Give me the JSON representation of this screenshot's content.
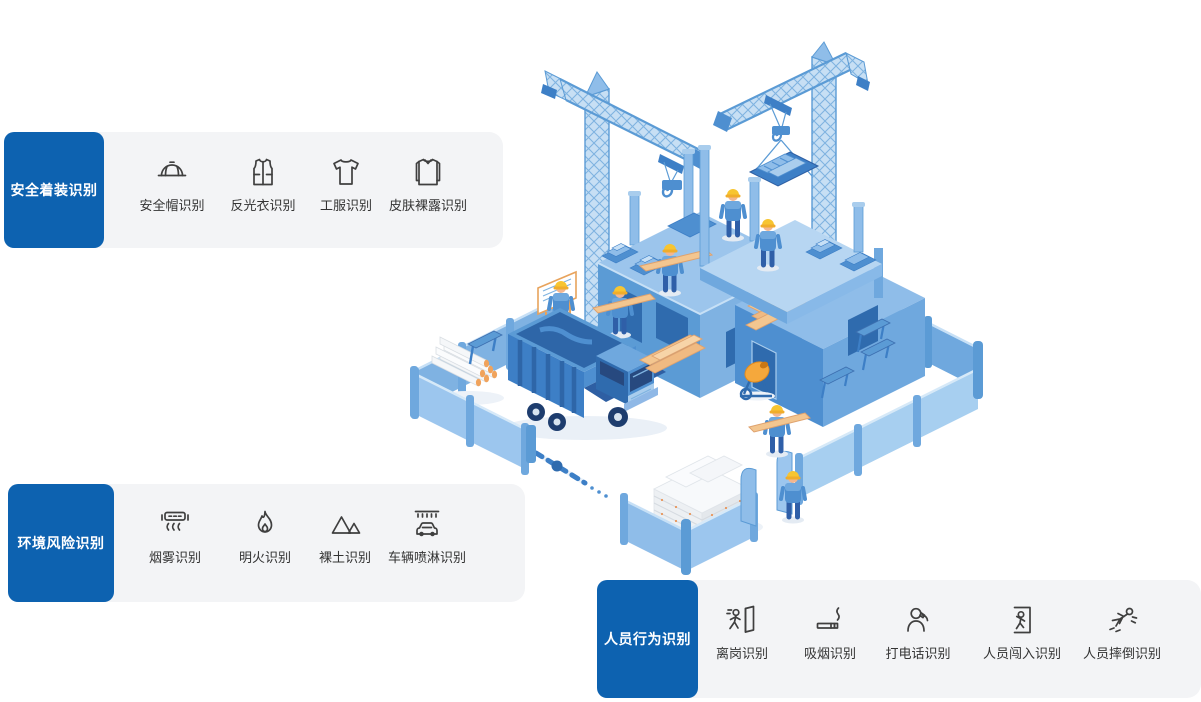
{
  "page": {
    "background": "#FFFFFF"
  },
  "panels": [
    {
      "id": "safety-wear",
      "label": "安全着装识别",
      "items": [
        {
          "icon": "helmet-icon",
          "label": "安全帽识别"
        },
        {
          "icon": "reflective-vest-icon",
          "label": "反光衣识别"
        },
        {
          "icon": "uniform-icon",
          "label": "工服识别"
        },
        {
          "icon": "skin-exposure-icon",
          "label": "皮肤裸露识别"
        }
      ]
    },
    {
      "id": "environment-risk",
      "label": "环境风险识别",
      "items": [
        {
          "icon": "smoke-icon",
          "label": "烟雾识别"
        },
        {
          "icon": "open-flame-icon",
          "label": "明火识别"
        },
        {
          "icon": "bare-soil-icon",
          "label": "裸土识别"
        },
        {
          "icon": "vehicle-spray-icon",
          "label": "车辆喷淋识别"
        }
      ]
    },
    {
      "id": "personnel-behavior",
      "label": "人员行为识别",
      "items": [
        {
          "icon": "leave-post-icon",
          "label": "离岗识别"
        },
        {
          "icon": "smoking-icon",
          "label": "吸烟识别"
        },
        {
          "icon": "phone-call-icon",
          "label": "打电话识别"
        },
        {
          "icon": "intrusion-icon",
          "label": "人员闯入识别"
        },
        {
          "icon": "fall-down-icon",
          "label": "人员摔倒识别"
        }
      ]
    }
  ],
  "illustration": {
    "scene": "isometric-construction-site",
    "elements": [
      "tower-crane-left",
      "tower-crane-right",
      "building-under-construction",
      "dump-truck",
      "perimeter-fence",
      "entrance-barrier",
      "site-gate",
      "workers",
      "material-stacks",
      "concrete-mixer",
      "whiteboard"
    ]
  },
  "colors": {
    "accent_blue": "#0D62B0",
    "panel_bg": "#F3F4F6",
    "panel_label_text": "#FFFFFF",
    "item_text": "#333333",
    "icon_stroke": "#3F3F3F",
    "illustration_primary": "#5B9BD5",
    "illustration_light": "#A9CDED",
    "illustration_dark": "#2F6BAE",
    "helmet_yellow": "#F7C531",
    "wood_orange": "#F3C690"
  }
}
